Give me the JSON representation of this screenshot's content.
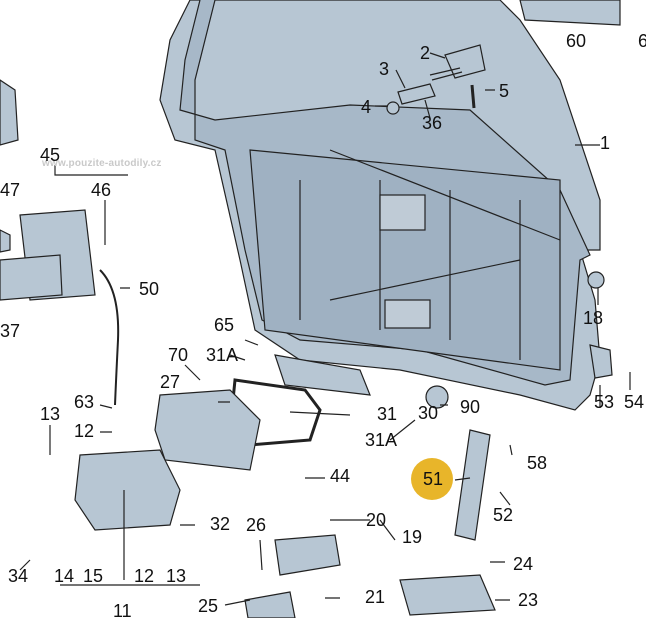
{
  "watermark": "www.pouzite-autodily.cz",
  "highlight_color": "#e8b52a",
  "part_color": "#b7c6d3",
  "labels": {
    "p1": "1",
    "p2": "2",
    "p3": "3",
    "p4": "4",
    "p5": "5",
    "p11": "11",
    "p12a": "12",
    "p12b": "12",
    "p13a": "13",
    "p13b": "13",
    "p14": "14",
    "p15": "15",
    "p18": "18",
    "p19": "19",
    "p20": "20",
    "p21": "21",
    "p23": "23",
    "p24": "24",
    "p25": "25",
    "p26": "26",
    "p27": "27",
    "p30": "30",
    "p31": "31",
    "p31a_top": "31A",
    "p31a_bot": "31A",
    "p32": "32",
    "p34": "34",
    "p36": "36",
    "p37": "37",
    "p44": "44",
    "p45": "45",
    "p46": "46",
    "p47": "47",
    "p50": "50",
    "p51": "51",
    "p52": "52",
    "p53": "53",
    "p54": "54",
    "p58": "58",
    "p60": "60",
    "p63": "63",
    "p65": "65",
    "p70": "70",
    "p90": "90",
    "p6": "6"
  }
}
